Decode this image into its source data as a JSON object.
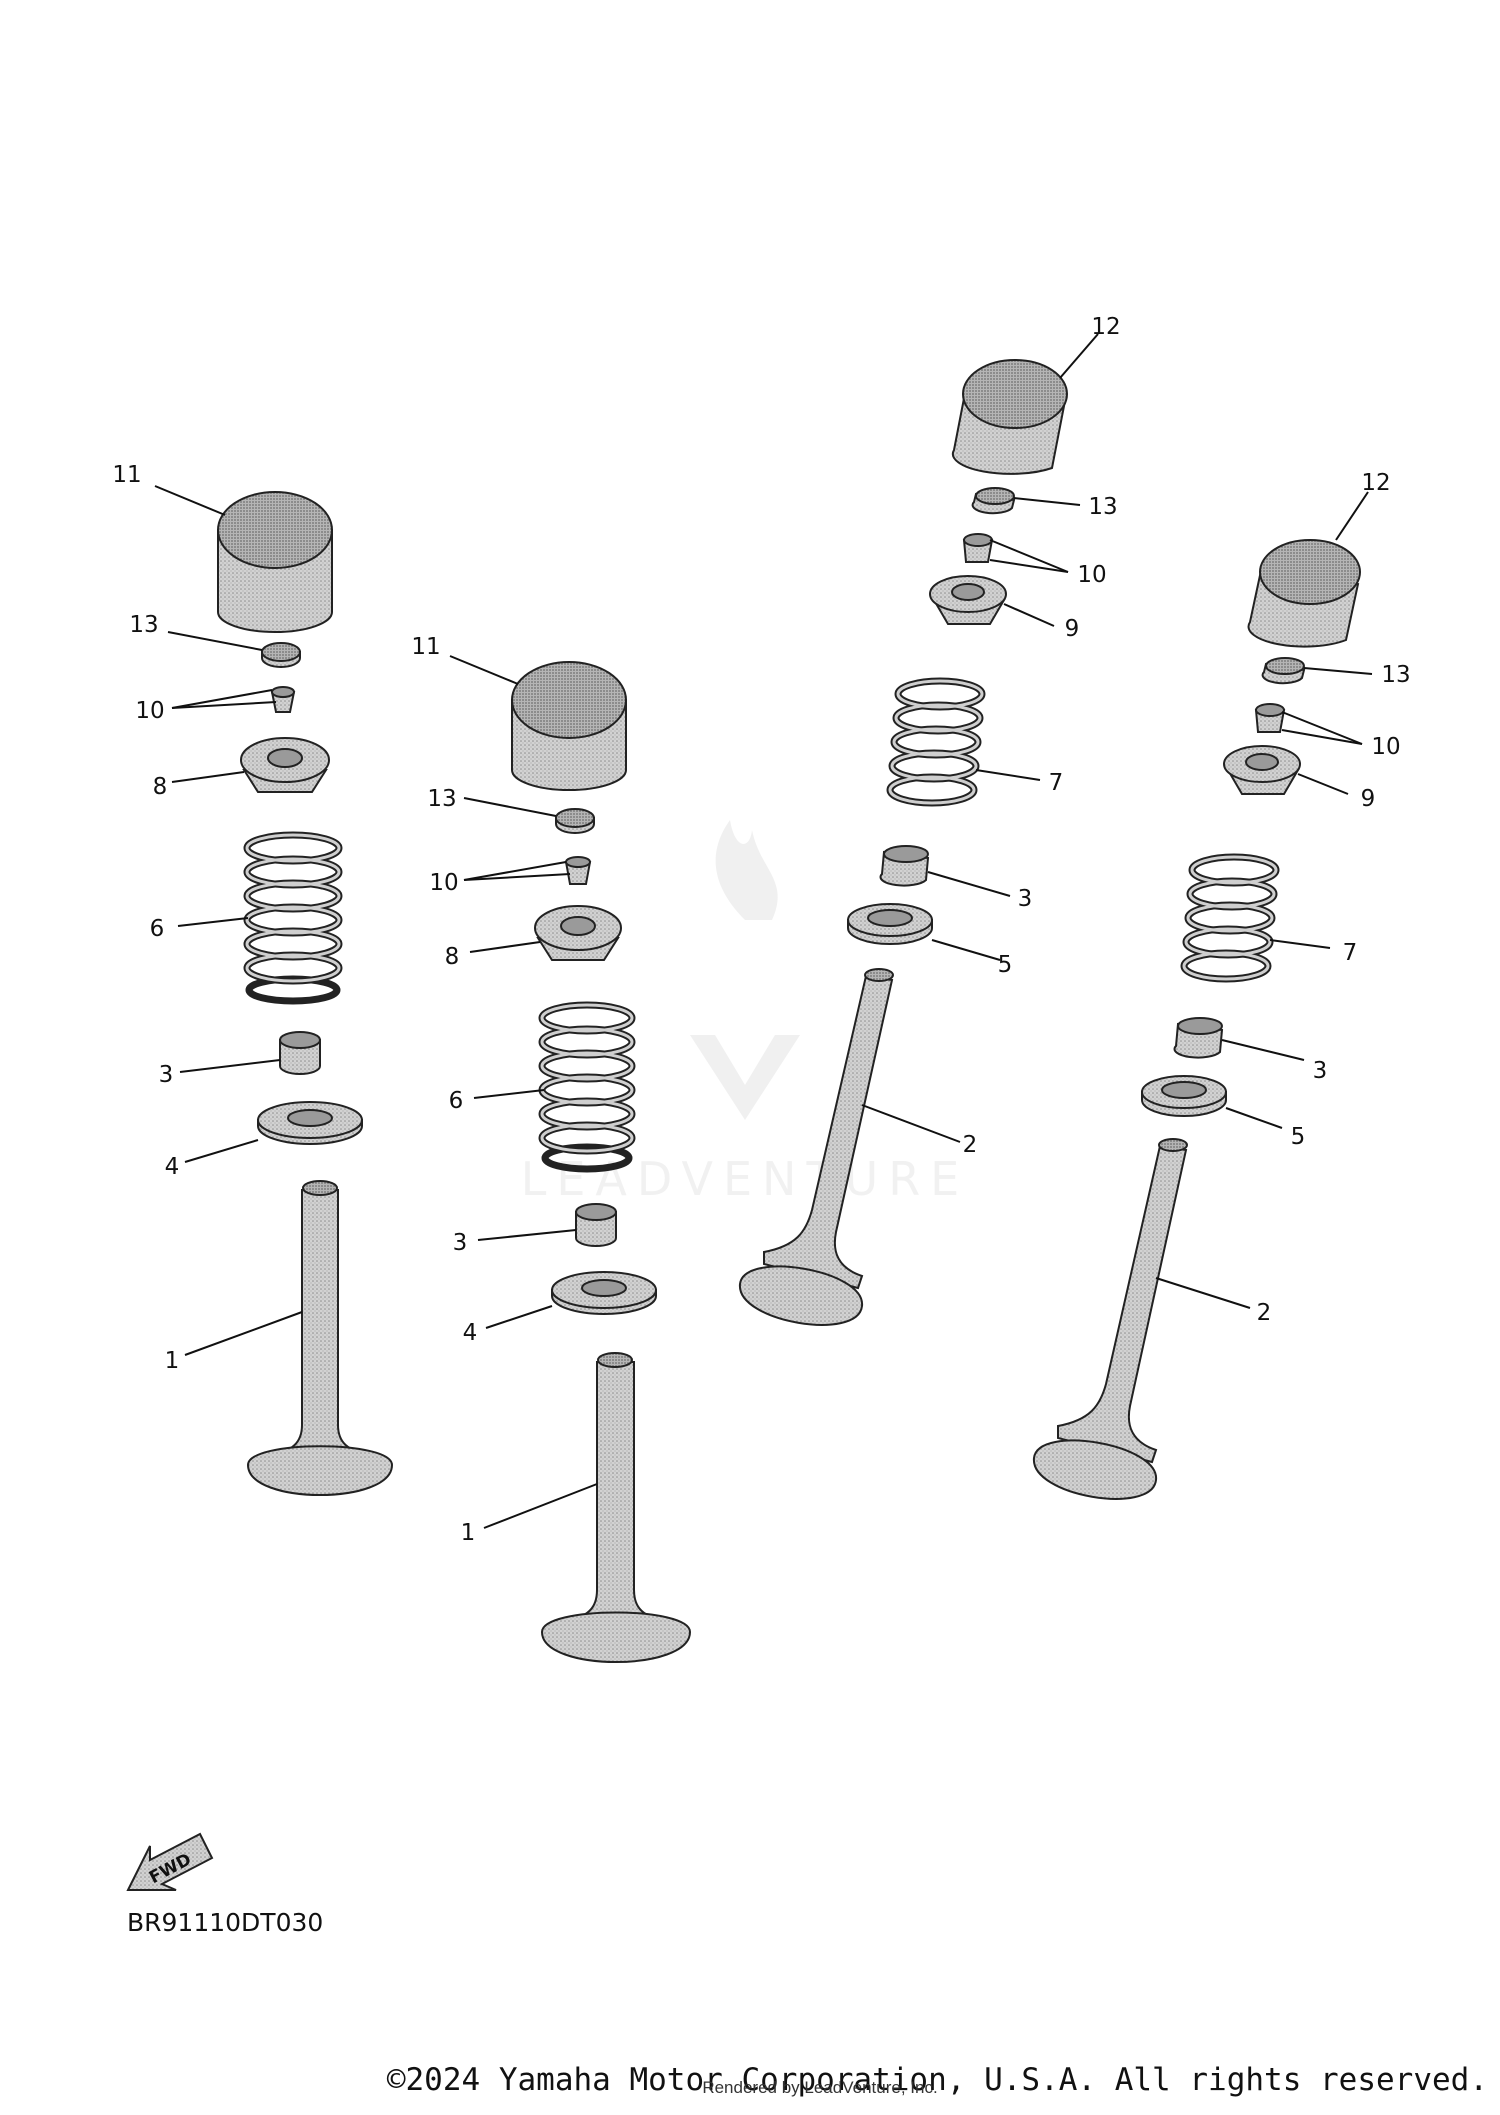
{
  "watermark": {
    "text": "LEADVENTURE"
  },
  "fwd_label": "FWD",
  "drawing_code": "BR91110DT030",
  "copyright": "©2024 Yamaha Motor Corporation, U.S.A. All rights reserved.",
  "rendered_by": "Rendered by LeadVenture, Inc.",
  "colors": {
    "part_fill": "#c9c9c9",
    "part_dark": "#9a9a9a",
    "line": "#111111",
    "watermark": "#ededed"
  },
  "callouts": {
    "a": [
      "11",
      "13",
      "10",
      "8",
      "6",
      "3",
      "4",
      "1"
    ],
    "b": [
      "11",
      "13",
      "10",
      "8",
      "6",
      "3",
      "4",
      "1"
    ],
    "c": [
      "12",
      "13",
      "10",
      "9",
      "7",
      "3",
      "5",
      "2"
    ],
    "d": [
      "12",
      "13",
      "10",
      "9",
      "7",
      "3",
      "5",
      "2"
    ]
  }
}
